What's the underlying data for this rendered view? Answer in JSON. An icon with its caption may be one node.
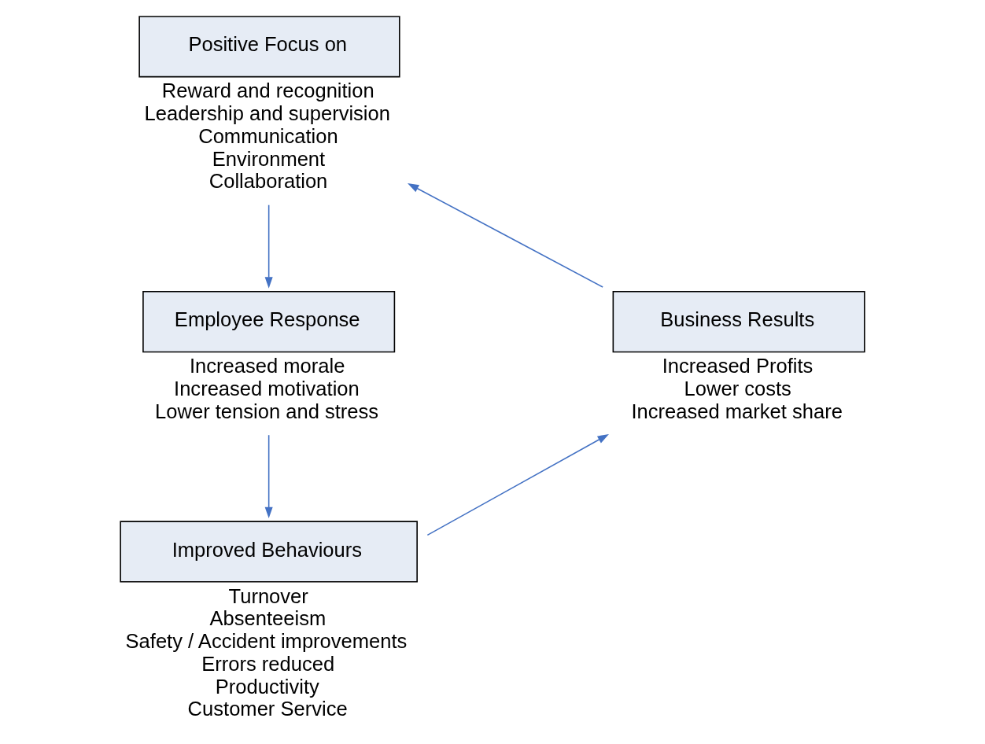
{
  "diagram": {
    "nodes": [
      {
        "text": [
          "Positive Focus on"
        ],
        "beside": [
          "Reward and recognition",
          "Leadership and supervision",
          "Communication",
          "Environment",
          "Collaboration"
        ]
      },
      {
        "text": [
          "Employee Response"
        ],
        "beside": [
          "Increased morale",
          "Increased motivation",
          "Lower tension and stress"
        ]
      },
      {
        "text": [
          "Improved Behaviours"
        ],
        "beside": [
          "Turnover",
          "Absenteeism",
          "Safety / Accident improvements",
          "Errors reduced",
          "Productivity",
          "Customer Service"
        ]
      },
      {
        "text": [
          "Business Results"
        ],
        "beside": [
          "Increased Profits",
          "Lower costs",
          "Increased market share"
        ]
      }
    ],
    "edges": [
      {
        "from": 0,
        "to": 1,
        "arrow": "to"
      },
      {
        "from": 1,
        "to": 2,
        "arrow": "to"
      },
      {
        "from": 2,
        "to": 3,
        "arrow": "to"
      },
      {
        "from": 3,
        "to": 0,
        "arrow": "to"
      }
    ]
  }
}
